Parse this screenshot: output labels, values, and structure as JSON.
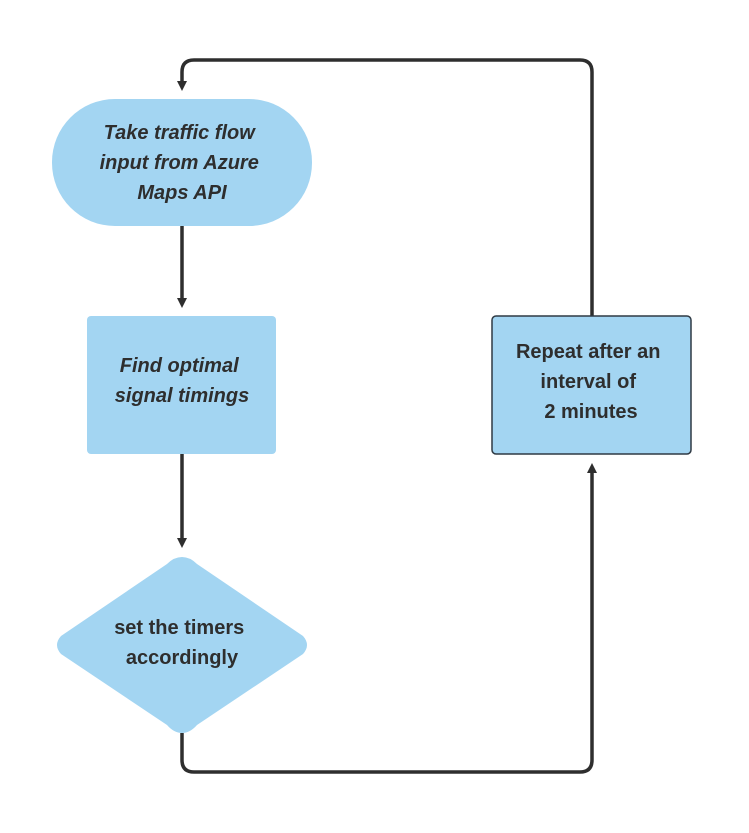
{
  "diagram": {
    "colors": {
      "node_fill": "#a3d5f2",
      "node_border": "#2f3a44",
      "connector": "#2e2e2e",
      "text": "#2e2e2e"
    },
    "nodes": {
      "start": {
        "shape": "terminator",
        "lines": [
          "Take traffic flow",
          "input from Azure",
          "Maps API"
        ]
      },
      "optimize": {
        "shape": "process",
        "lines": [
          "Find optimal",
          "signal timings"
        ]
      },
      "set_timers": {
        "shape": "decision",
        "lines": [
          "set the timers",
          "accordingly"
        ]
      },
      "repeat": {
        "shape": "process",
        "lines": [
          "Repeat after an",
          "interval of",
          "2 minutes"
        ]
      }
    }
  }
}
